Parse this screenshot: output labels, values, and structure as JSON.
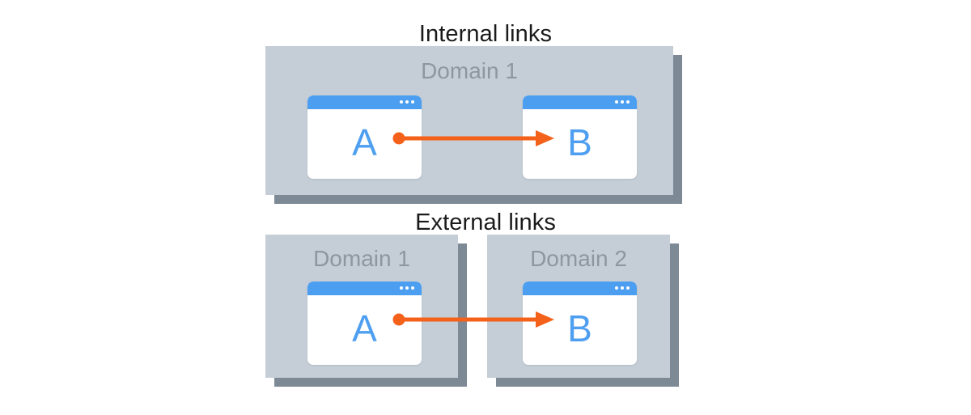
{
  "diagram": {
    "title_internal": "Internal links",
    "title_external": "External links",
    "colors": {
      "background": "#ffffff",
      "card_fill": "#c5ced7",
      "card_shadow": "#7d8a95",
      "domain_label": "#8e979f",
      "window_titlebar": "#4c9ef0",
      "window_body": "#ffffff",
      "page_letter": "#4f9ff0",
      "arrow": "#f4611a",
      "heading": "#1a1a1a"
    }
  },
  "sections": [
    {
      "id": "internal",
      "heading": "Internal links",
      "cards": [
        {
          "id": "internal-domain1",
          "label": "Domain 1",
          "windows": [
            {
              "id": "internal-a",
              "letter": "A",
              "icon": "browser-window-icon",
              "dots": 3
            },
            {
              "id": "internal-b",
              "letter": "B",
              "icon": "browser-window-icon",
              "dots": 3
            }
          ]
        }
      ],
      "arrow": {
        "id": "arrow-internal",
        "from": "A",
        "to": "B",
        "start_marker": "dot",
        "end_marker": "arrowhead",
        "color": "#f4611a"
      }
    },
    {
      "id": "external",
      "heading": "External links",
      "cards": [
        {
          "id": "external-domain1",
          "label": "Domain 1",
          "windows": [
            {
              "id": "external-a",
              "letter": "A",
              "icon": "browser-window-icon",
              "dots": 3
            }
          ]
        },
        {
          "id": "external-domain2",
          "label": "Domain 2",
          "windows": [
            {
              "id": "external-b",
              "letter": "B",
              "icon": "browser-window-icon",
              "dots": 3
            }
          ]
        }
      ],
      "arrow": {
        "id": "arrow-external",
        "from": "A",
        "to": "B",
        "start_marker": "dot",
        "end_marker": "arrowhead",
        "color": "#f4611a"
      }
    }
  ]
}
